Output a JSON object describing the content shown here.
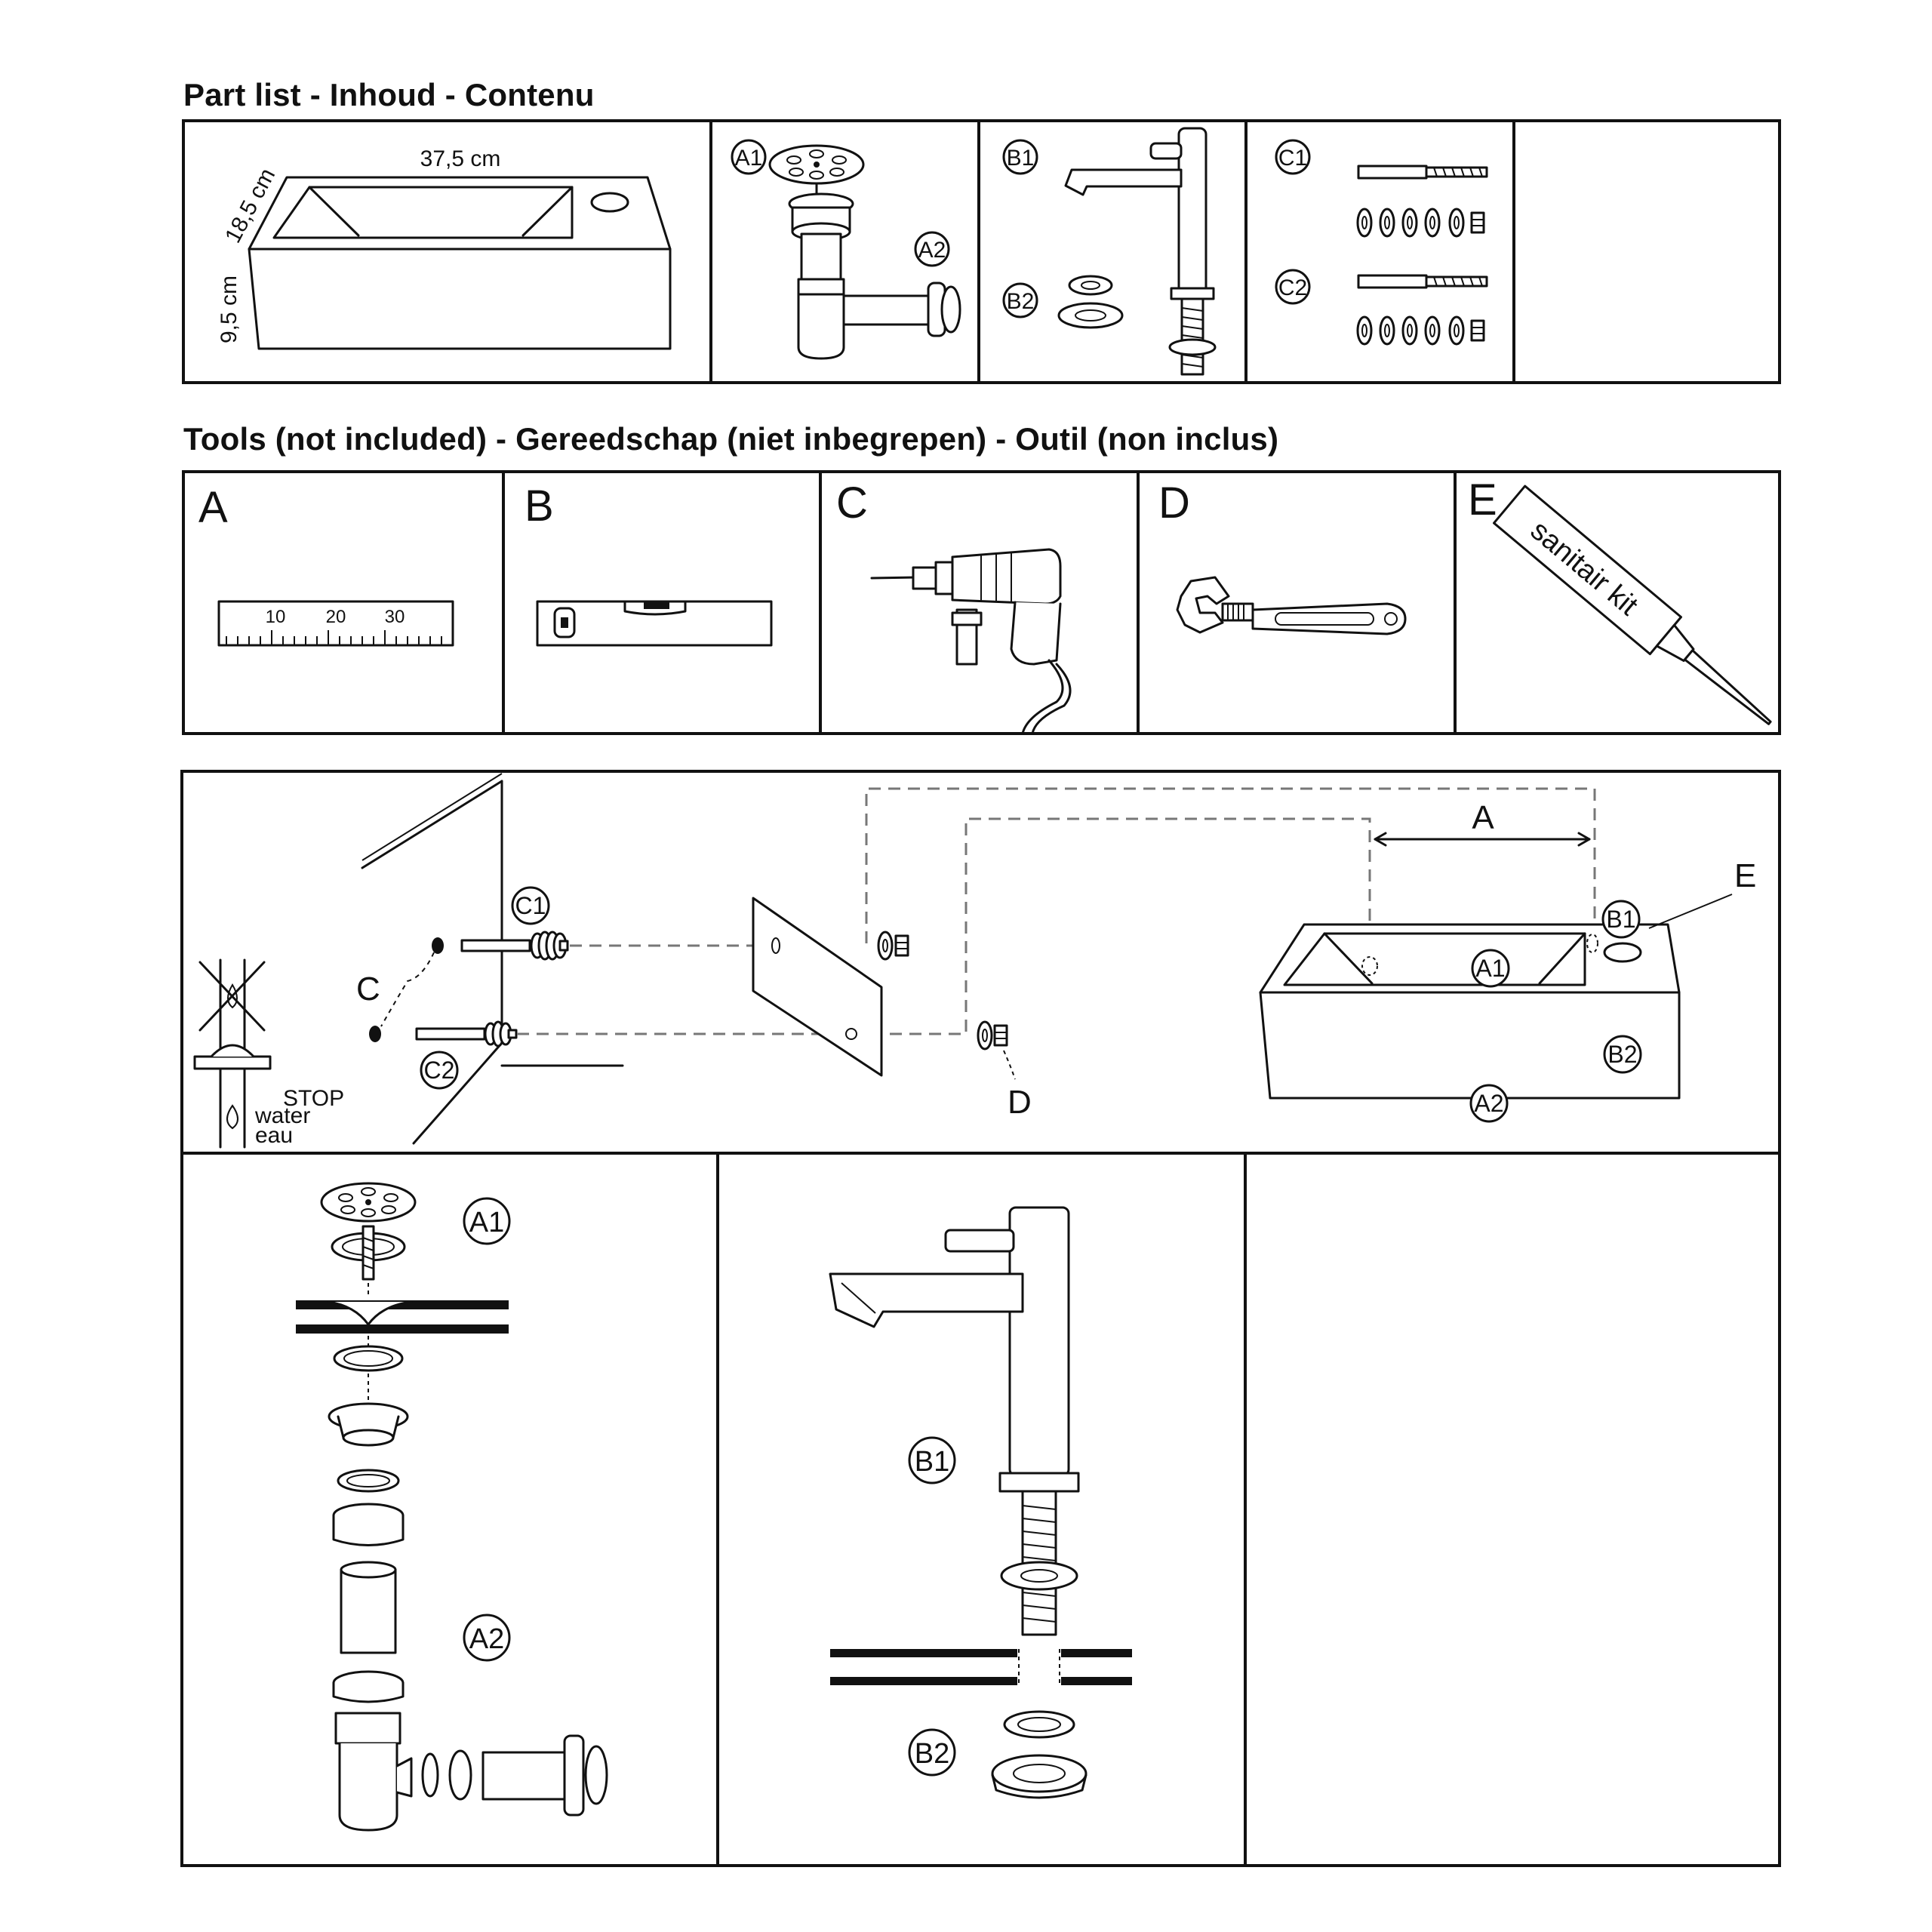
{
  "headings": {
    "parts": "Part list - Inhoud - Contenu",
    "tools": "Tools (not included) - Gereedschap (niet inbegrepen) -  Outil (non inclus)"
  },
  "parts": {
    "basin": {
      "width": "37,5 cm",
      "depth": "18,5 cm",
      "height": "9,5 cm"
    },
    "labels": {
      "a1": "A1",
      "a2": "A2",
      "b1": "B1",
      "b2": "B2",
      "c1": "C1",
      "c2": "C2"
    }
  },
  "tools": {
    "a": {
      "letter": "A",
      "ticks": [
        "10",
        "20",
        "30"
      ]
    },
    "b": {
      "letter": "B"
    },
    "c": {
      "letter": "C"
    },
    "d": {
      "letter": "D"
    },
    "e": {
      "letter": "E",
      "tube_text": "sanitair kit"
    }
  },
  "install": {
    "stop_line1": "STOP",
    "stop_line2": "water",
    "stop_line3": "eau",
    "drill_label": "C",
    "wrench_label": "D",
    "distance_label": "A",
    "sealant_label": "E",
    "c1": "C1",
    "c2": "C2",
    "a1": "A1",
    "a2": "A2",
    "b1": "B1",
    "b2": "B2"
  },
  "details": {
    "a1": "A1",
    "a2": "A2",
    "b1": "B1",
    "b2": "B2"
  }
}
